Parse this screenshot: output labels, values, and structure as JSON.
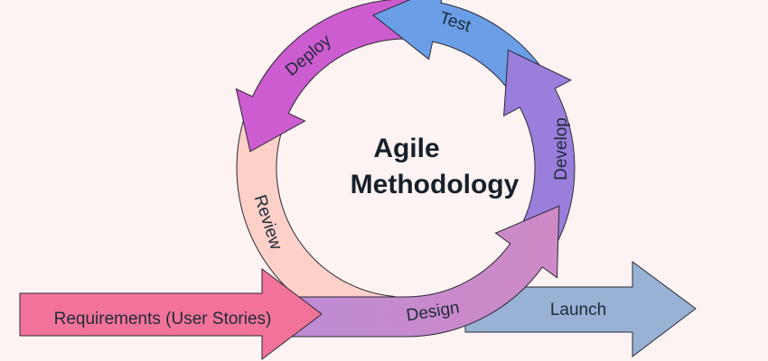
{
  "title": {
    "line1": "Agile",
    "line2": "Methodology"
  },
  "stages": {
    "requirements": "Requirements (User Stories)",
    "design": "Design",
    "develop": "Develop",
    "test": "Test",
    "deploy": "Deploy",
    "review": "Review",
    "launch": "Launch"
  },
  "colors": {
    "background": "#fdf3f2",
    "requirements": "#f27399",
    "design_start": "#be8bd3",
    "design_end": "#cf8ac6",
    "develop": "#9a7edb",
    "test": "#6a9ee6",
    "deploy": "#cc5ccf",
    "review": "#fdd0c8",
    "launch": "#97b2d4"
  }
}
